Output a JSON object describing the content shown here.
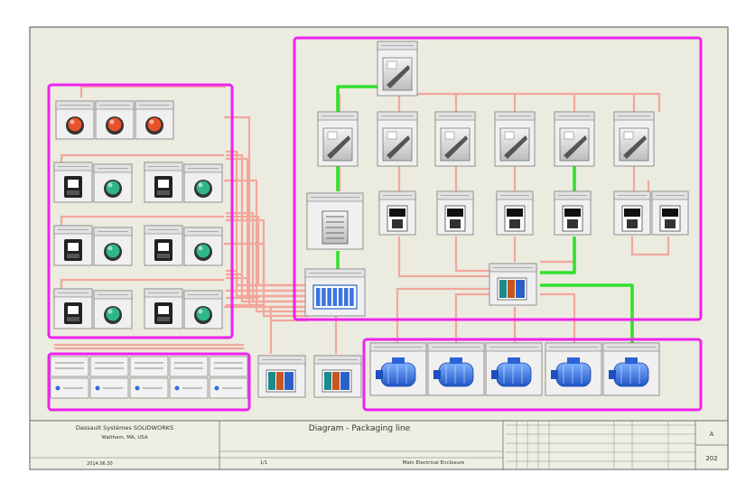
{
  "colors": {
    "sheet_bg": "#ecebe0",
    "frame": "#6e6e6e",
    "highlight": "#ee22ee",
    "wire": "#f2a79c",
    "active_wire": "#33e02d",
    "component_body": "#d9d9d9",
    "pushbutton_red": "#e8512a",
    "pushbutton_green": "#2fb58a",
    "motor_blue": "#2f6ddc"
  },
  "title_block": {
    "company_line1": "Dassault Systèmes SOLIDWORKS",
    "company_line2": "Waltham, MA, USA",
    "diagram_title": "Diagram - Packaging line",
    "subtitle": "Main Electrical Enclosure",
    "date": "2014.06.30",
    "sheet_index": "1/1",
    "revision": "A",
    "sheet_number": "202"
  },
  "components": {
    "red_pushbuttons": 3,
    "selector_switch_rows": 3,
    "terminal_blocks": 5,
    "top_drives": 6,
    "contactors": 6,
    "motors": 5,
    "io_modules": 3
  }
}
